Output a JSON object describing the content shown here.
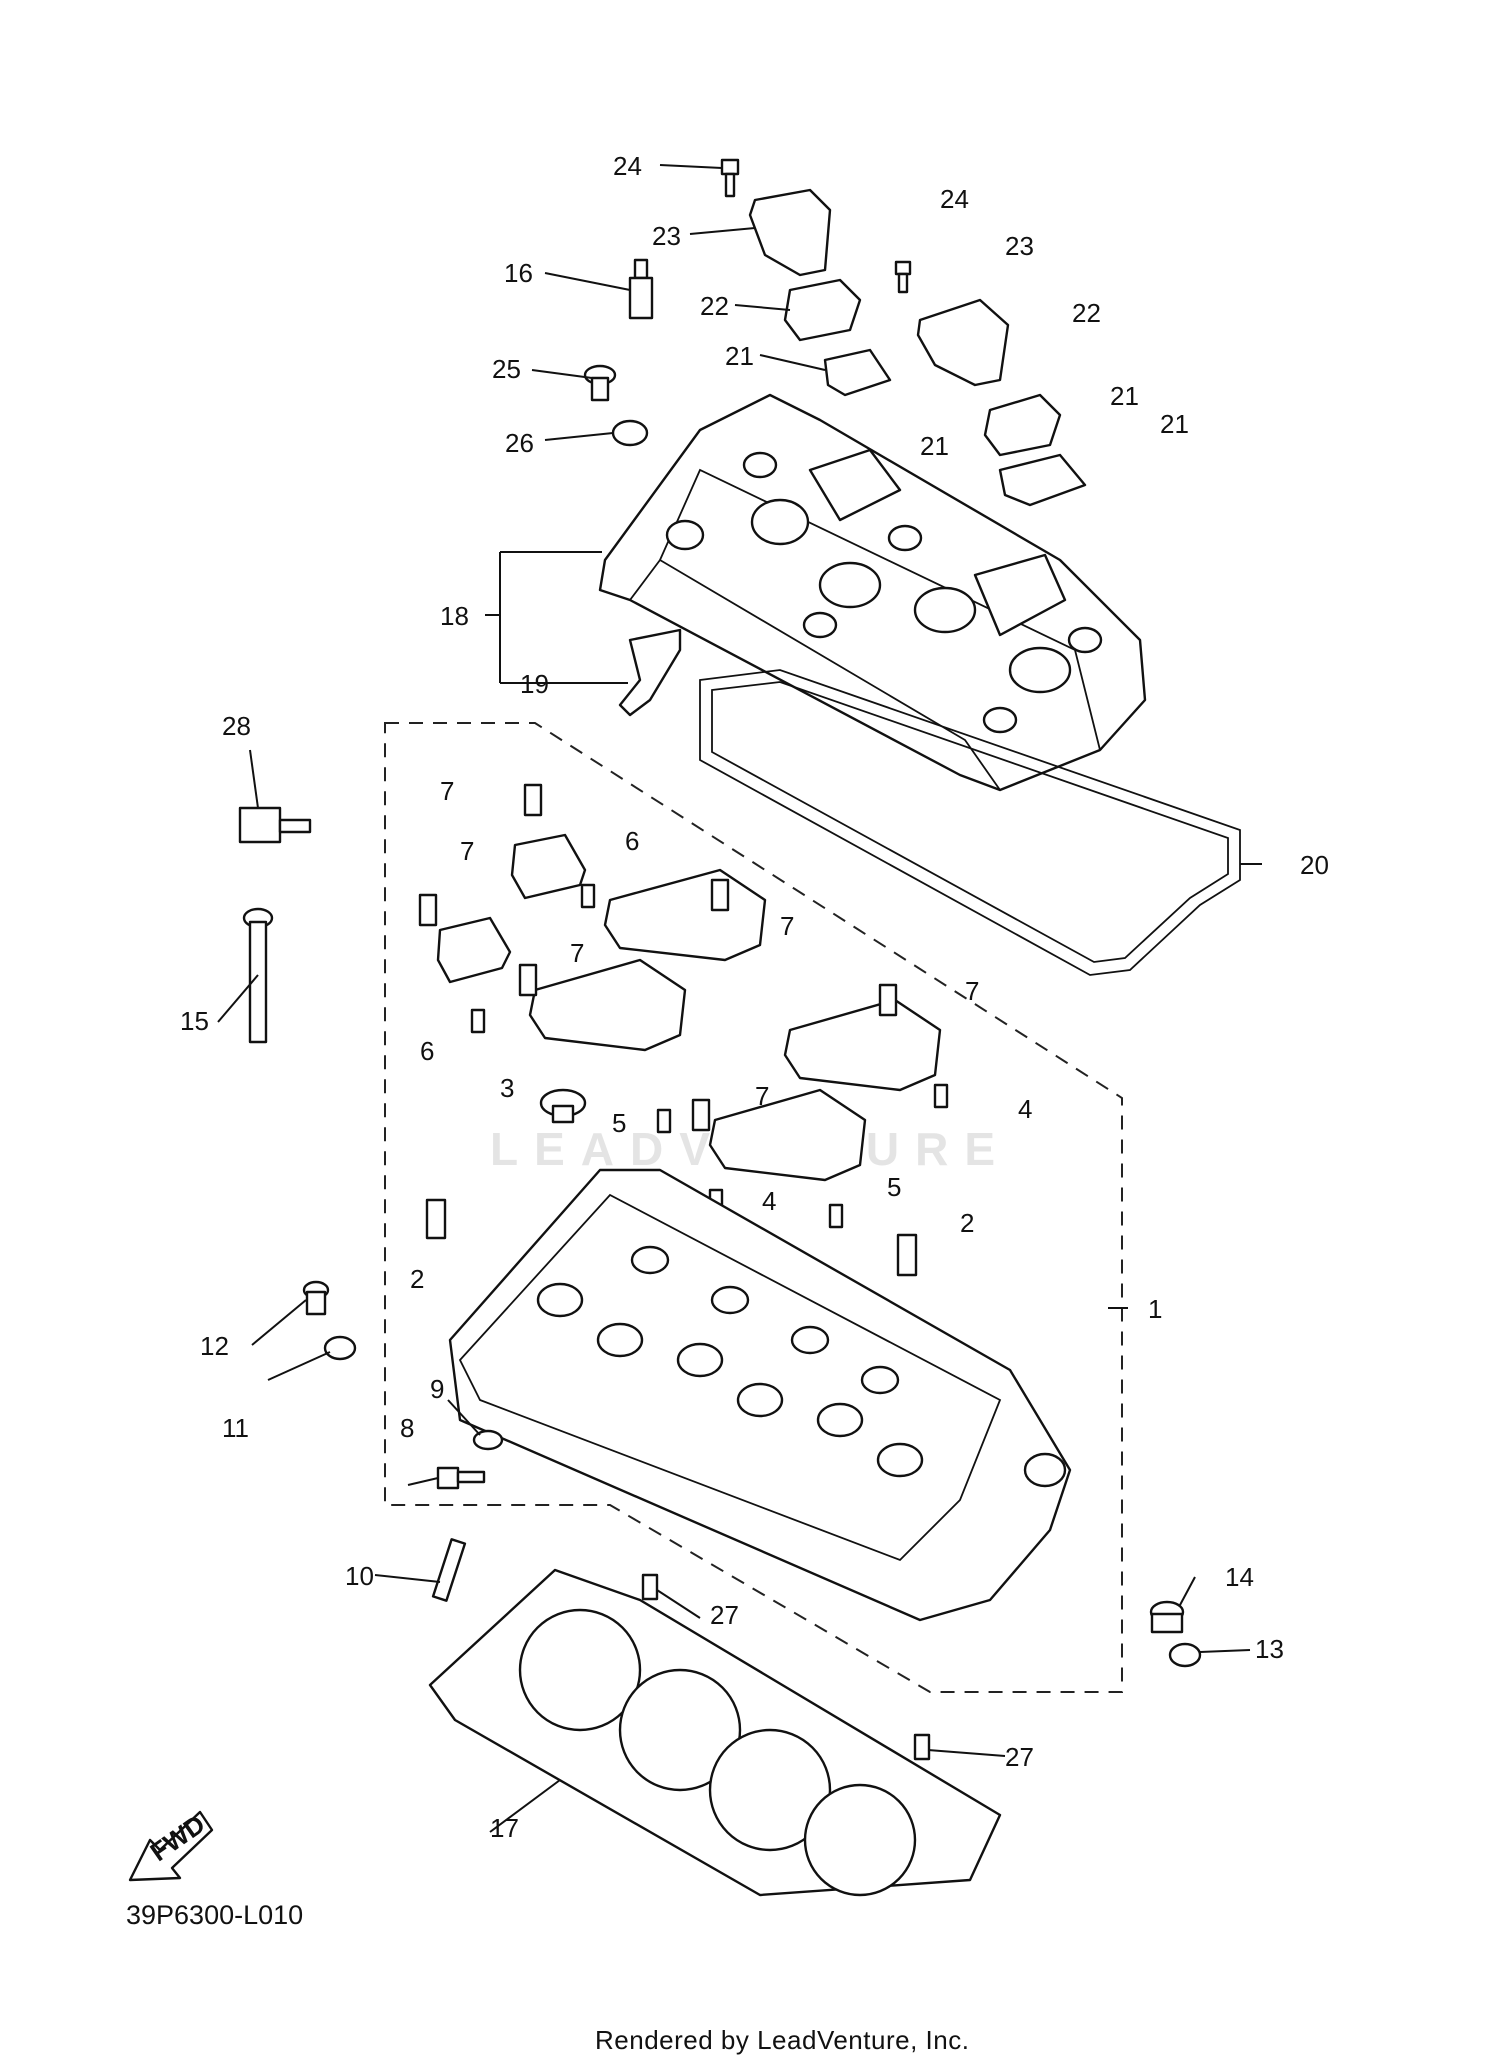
{
  "diagram_code": "39P6300-L010",
  "rendered_by": "Rendered by LeadVenture, Inc.",
  "watermark": "LEADVENTURE",
  "fwd_label": "FWD",
  "callouts": [
    {
      "id": "c24a",
      "text": "24"
    },
    {
      "id": "c24b",
      "text": "24"
    },
    {
      "id": "c23a",
      "text": "23"
    },
    {
      "id": "c23b",
      "text": "23"
    },
    {
      "id": "c16",
      "text": "16"
    },
    {
      "id": "c22a",
      "text": "22"
    },
    {
      "id": "c22b",
      "text": "22"
    },
    {
      "id": "c21a",
      "text": "21"
    },
    {
      "id": "c21b",
      "text": "21"
    },
    {
      "id": "c21c",
      "text": "21"
    },
    {
      "id": "c21d",
      "text": "21"
    },
    {
      "id": "c25",
      "text": "25"
    },
    {
      "id": "c26",
      "text": "26"
    },
    {
      "id": "c18",
      "text": "18"
    },
    {
      "id": "c19",
      "text": "19"
    },
    {
      "id": "c20",
      "text": "20"
    },
    {
      "id": "c28",
      "text": "28"
    },
    {
      "id": "c15",
      "text": "15"
    },
    {
      "id": "c7a",
      "text": "7"
    },
    {
      "id": "c7b",
      "text": "7"
    },
    {
      "id": "c7c",
      "text": "7"
    },
    {
      "id": "c7d",
      "text": "7"
    },
    {
      "id": "c7e",
      "text": "7"
    },
    {
      "id": "c7f",
      "text": "7"
    },
    {
      "id": "c6a",
      "text": "6"
    },
    {
      "id": "c6b",
      "text": "6"
    },
    {
      "id": "c3",
      "text": "3"
    },
    {
      "id": "c5a",
      "text": "5"
    },
    {
      "id": "c5b",
      "text": "5"
    },
    {
      "id": "c4a",
      "text": "4"
    },
    {
      "id": "c4b",
      "text": "4"
    },
    {
      "id": "c2a",
      "text": "2"
    },
    {
      "id": "c2b",
      "text": "2"
    },
    {
      "id": "c1",
      "text": "1"
    },
    {
      "id": "c12",
      "text": "12"
    },
    {
      "id": "c11",
      "text": "11"
    },
    {
      "id": "c9",
      "text": "9"
    },
    {
      "id": "c8",
      "text": "8"
    },
    {
      "id": "c10",
      "text": "10"
    },
    {
      "id": "c27a",
      "text": "27"
    },
    {
      "id": "c27b",
      "text": "27"
    },
    {
      "id": "c14",
      "text": "14"
    },
    {
      "id": "c13",
      "text": "13"
    },
    {
      "id": "c17",
      "text": "17"
    }
  ]
}
